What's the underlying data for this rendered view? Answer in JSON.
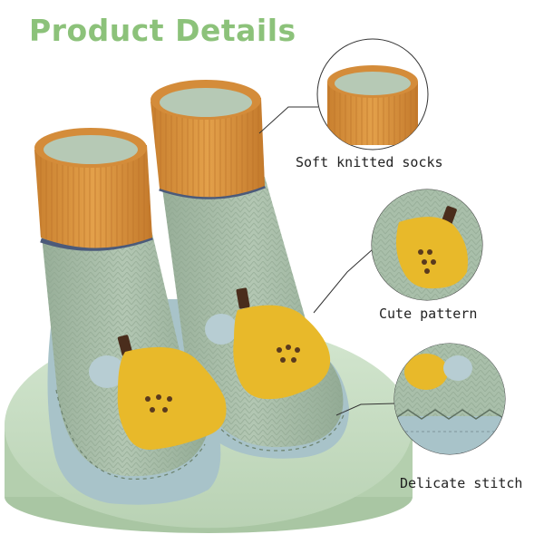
{
  "page": {
    "title": "Product Details"
  },
  "callouts": [
    {
      "label": "Soft knitted socks"
    },
    {
      "label": "Cute pattern"
    },
    {
      "label": "Delicate stitch"
    }
  ],
  "colors": {
    "title": "#8cc27a",
    "cuff_orange": "#d9903a",
    "knit_green": "#a9bfaa",
    "sole_blue": "#a8c3c9",
    "pear_yellow": "#e8b92a",
    "platform_green": "#c7dcc2"
  }
}
